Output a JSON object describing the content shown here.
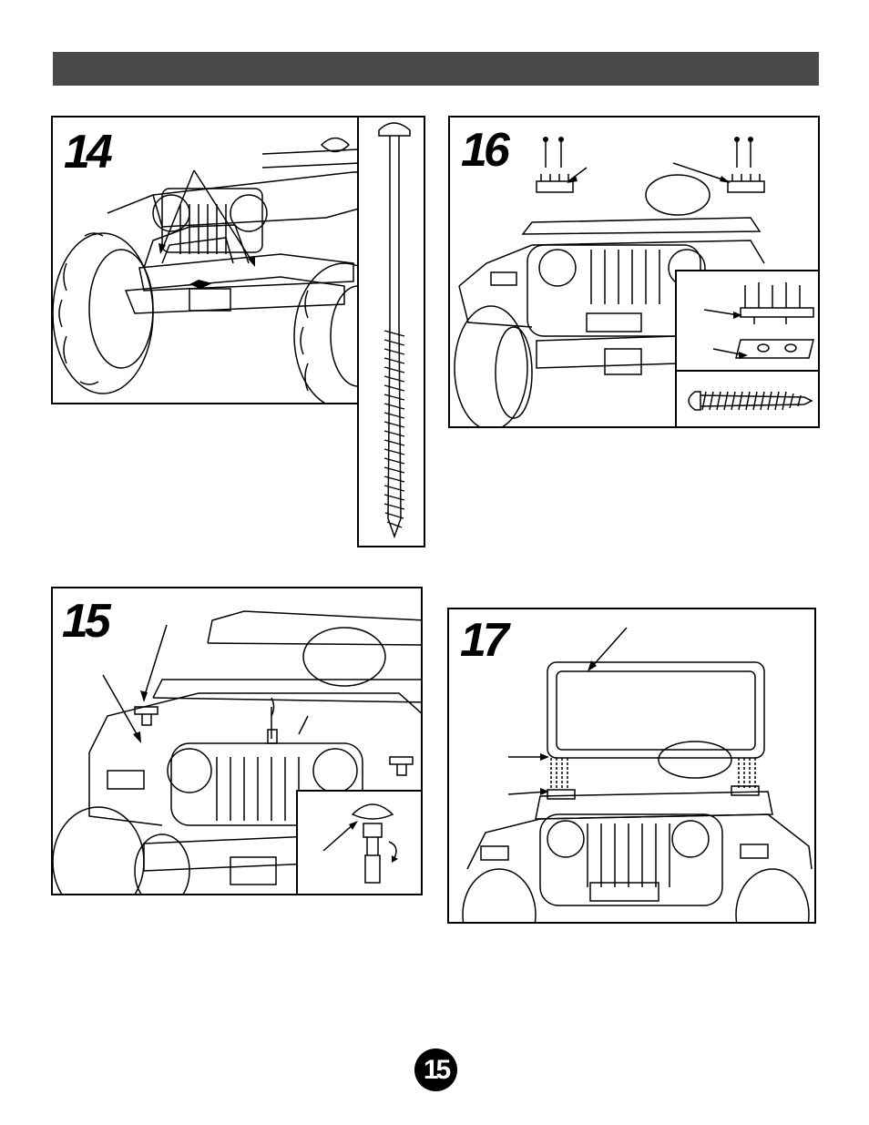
{
  "header": {
    "title": ""
  },
  "steps": [
    {
      "number": "14"
    },
    {
      "number": "15"
    },
    {
      "number": "16"
    },
    {
      "number": "17"
    }
  ],
  "page_number": "15",
  "colors": {
    "header_bar": "#4a4a4a",
    "ink": "#000000",
    "paper": "#ffffff"
  }
}
